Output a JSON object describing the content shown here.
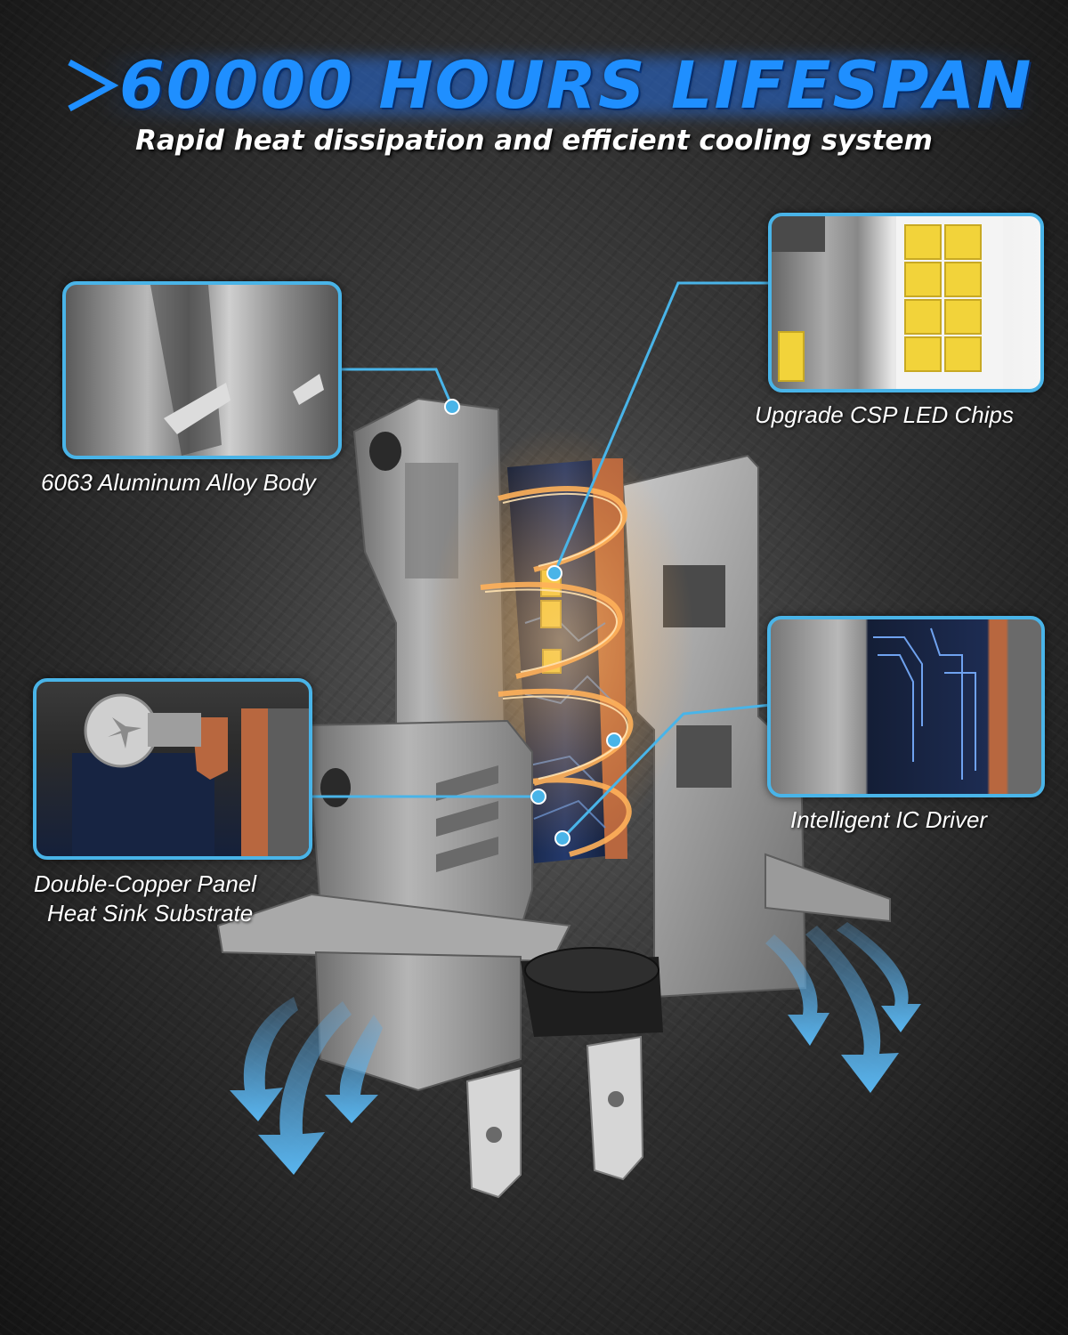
{
  "headline": {
    "chevron": ">",
    "text": "60000 HOURS LIFESPAN"
  },
  "subtitle": "Rapid heat dissipation and efficient cooling system",
  "features": [
    {
      "label": "6063 Aluminum Alloy Body"
    },
    {
      "label": "Upgrade CSP LED Chips"
    },
    {
      "label": "Intelligent IC Driver"
    },
    {
      "label_line1": "Double-Copper Panel",
      "label_line2": "Heat Sink Substrate"
    }
  ],
  "colors": {
    "accent": "#49b4e8",
    "headline": "#1f8fff",
    "chip": "#f2d33a",
    "copper": "#b8673f"
  },
  "icons": [
    "headline-chevron-icon",
    "airflow-arrow-icon",
    "callout-pointer-dot-icon"
  ]
}
